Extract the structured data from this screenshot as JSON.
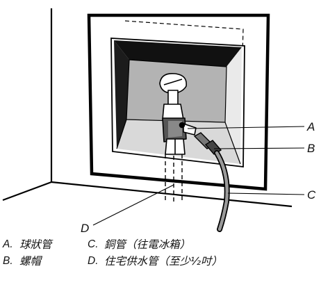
{
  "callouts": {
    "a": "A",
    "b": "B",
    "c": "C",
    "d": "D"
  },
  "legend": {
    "a": {
      "key": "A.",
      "text": "球狀管"
    },
    "b": {
      "key": "B.",
      "text": "螺帽"
    },
    "c": {
      "key": "C.",
      "text": "銅管（往電冰箱）"
    },
    "d": {
      "key": "D.",
      "text": "住宅供水管（至少½吋）"
    }
  }
}
